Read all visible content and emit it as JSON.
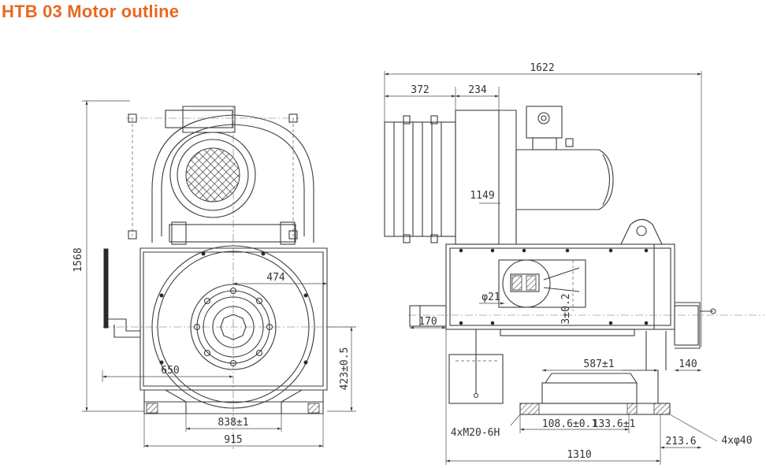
{
  "title": "HTB 03 Motor outline",
  "colors": {
    "title": "#e8681f",
    "line": "#3c3c3c"
  },
  "front_view": {
    "height": "1568",
    "half_width": "474",
    "left_offset": "650",
    "shaft_height": "423±0.5",
    "foot_spacing": "838±1",
    "base_width": "915"
  },
  "side_view": {
    "overall_length": "1622",
    "brake_length": "372",
    "fan_length": "234",
    "top_height": "1149",
    "diameter": "φ21",
    "vertical_dim": "3±0.2",
    "shaft_ext": "170",
    "bracket_width": "587±1",
    "encoder_offset": "140",
    "hole_spacing_1": "108.6±0.1",
    "hole_spacing_2": "133.6±1",
    "bolt_thread": "4xM20-6H",
    "hole_dia": "4xφ40",
    "rear_offset": "213.6",
    "base_length": "1310"
  }
}
